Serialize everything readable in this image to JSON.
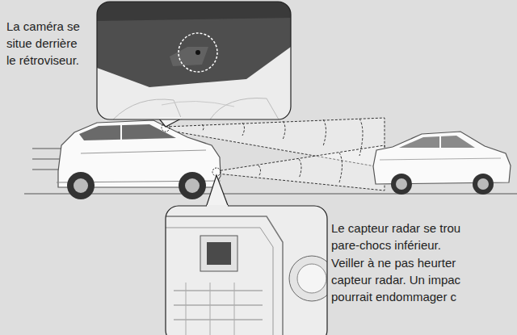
{
  "diagram": {
    "labels": [
      "La caméra se situe derrière le rétroviseur.",
      "Le capteur radar se trou pare-chocs inférieur.",
      "Veiller à ne pas heurter capteur radar. Un impac pourrait endommager c"
    ]
  }
}
